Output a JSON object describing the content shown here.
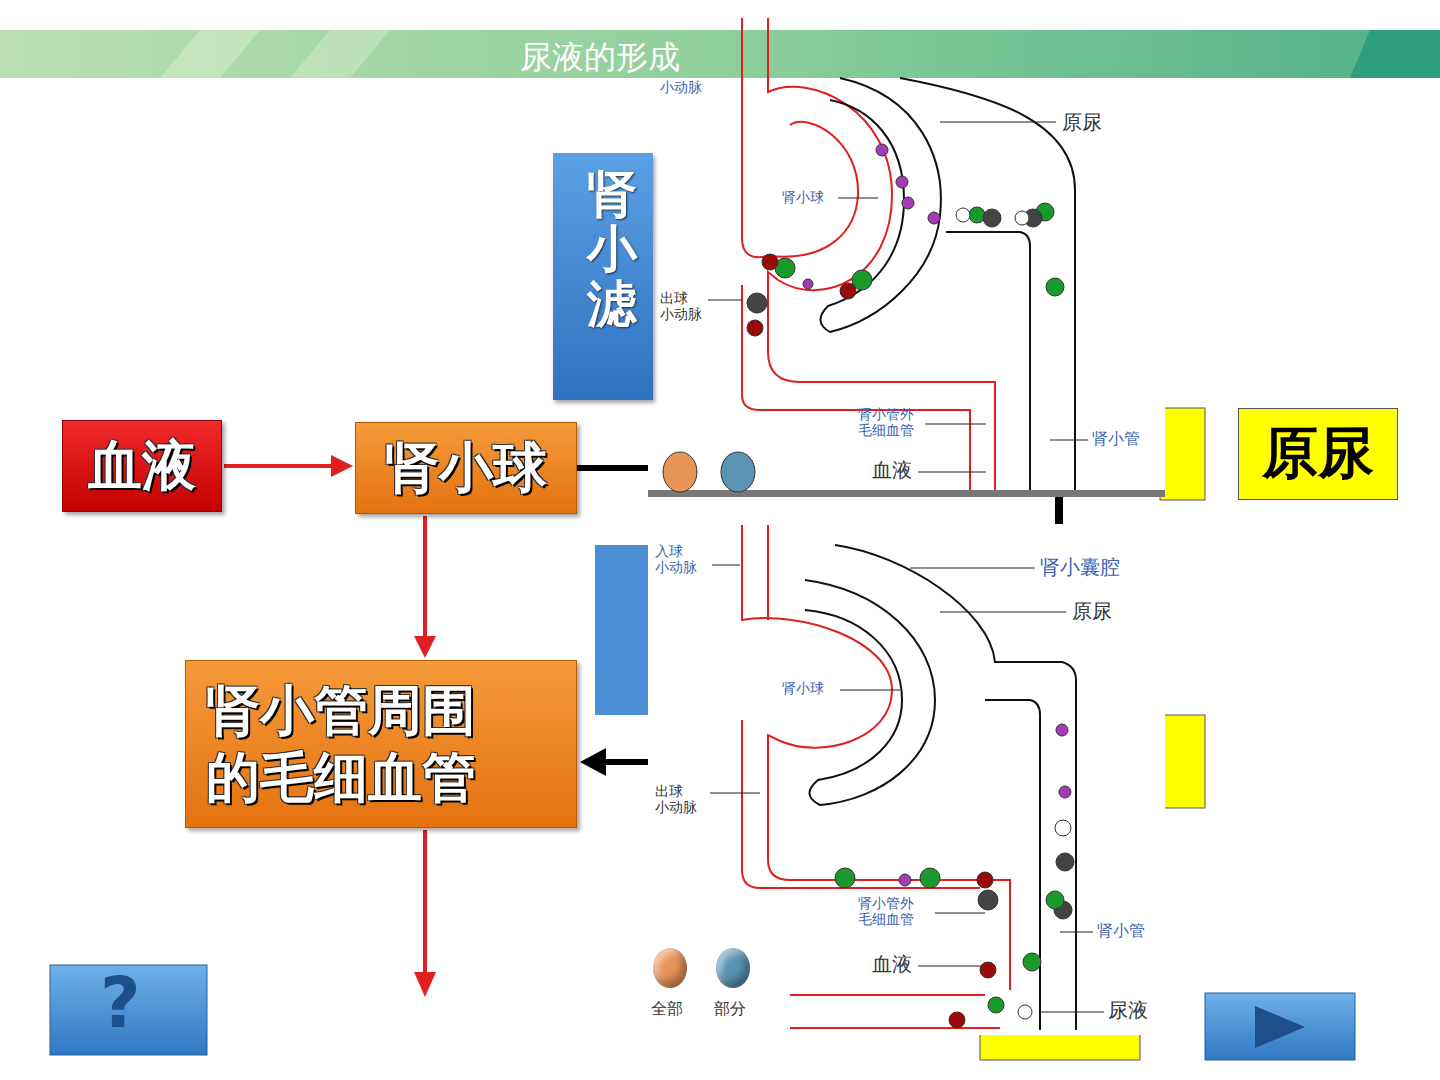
{
  "diagram": {
    "title": "尿液的形成",
    "nodes": [
      {
        "text": [
          "肾小滤"
        ]
      },
      {
        "text": [
          "血液"
        ]
      },
      {
        "text": [
          "肾小球"
        ]
      },
      {
        "text": [
          "原尿"
        ]
      },
      {
        "text": [
          "肾小管周围 的毛细血管"
        ]
      }
    ],
    "edges": [
      {
        "from": 1,
        "to": 2,
        "arrow": "to"
      },
      {
        "from": 2,
        "to": 4,
        "arrow": "to"
      }
    ],
    "labels": [
      "小动脉",
      "原尿",
      "肾小球",
      "出球 小动脉",
      "肾小管外 毛细血管",
      "肾小管",
      "血液",
      "入球 小动脉",
      "肾小囊腔",
      "原尿",
      "肾小球",
      "出球 小动脉",
      "肾小管外 毛细血管",
      "血液",
      "肾小管",
      "尿液",
      "?"
    ],
    "legend": [
      {
        "text": "全部",
        "color": "#e8955a"
      },
      {
        "text": "部分",
        "color": "#5b93b5"
      }
    ]
  }
}
